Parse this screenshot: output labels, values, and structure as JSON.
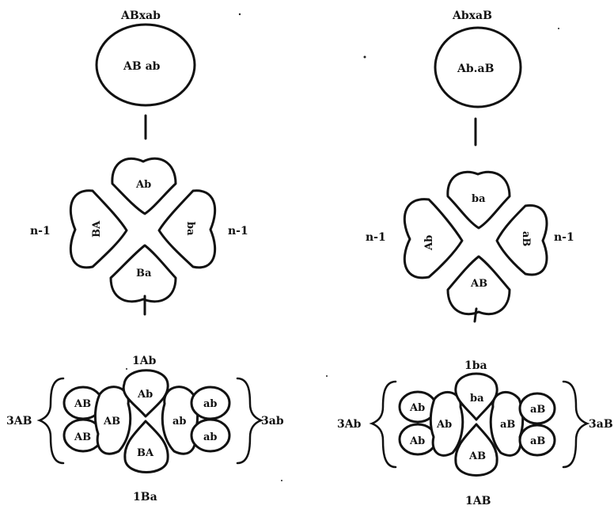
{
  "left": {
    "cross": "ABxab",
    "cell": "AB ab",
    "tetrad": {
      "top": "Ab",
      "bottom": "Ba",
      "left": "BA",
      "right": "ba"
    },
    "n_left": "n-1",
    "n_right": "n-1",
    "cluster": {
      "top_label": "1Ab",
      "bottom_label": "1Ba",
      "left_count": "3AB",
      "right_count": "3ab",
      "spores": [
        "AB",
        "AB",
        "AB",
        "Ab",
        "BA",
        "ab",
        "ab",
        "ab"
      ]
    }
  },
  "right": {
    "cross": "AbxaB",
    "cell": "Ab.aB",
    "tetrad": {
      "top": "ba",
      "bottom": "AB",
      "left": "Ab",
      "right": "aB"
    },
    "n_left": "n-1",
    "n_right": "n-1",
    "cluster": {
      "top_label": "1ba",
      "bottom_label": "1AB",
      "left_count": "3Ab",
      "right_count": "3aB",
      "spores": [
        "Ab",
        "Ab",
        "Ab",
        "ba",
        "AB",
        "aB",
        "aB",
        "aB"
      ]
    }
  }
}
